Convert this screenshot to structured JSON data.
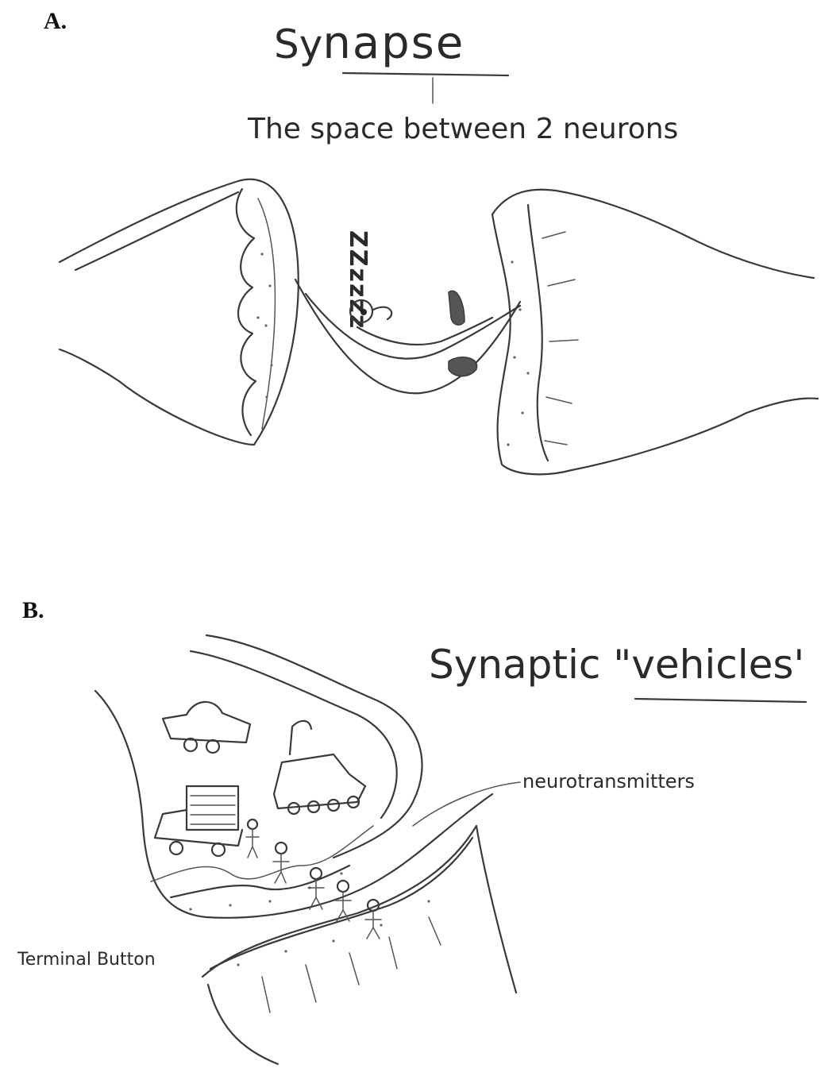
{
  "panel_a": {
    "label": "A.",
    "title_prefix": "Sy",
    "title_emphasis": "napse",
    "subtitle": "The space between 2 neurons",
    "snore": "ZZzzzz"
  },
  "panel_b": {
    "label": "B.",
    "title": "Synaptic \"vehicles'",
    "callout_neurotransmitters": "neurotransmitters",
    "callout_terminal": "Terminal Button"
  },
  "colors": {
    "ink": "#3a3a3a",
    "background": "#ffffff"
  }
}
